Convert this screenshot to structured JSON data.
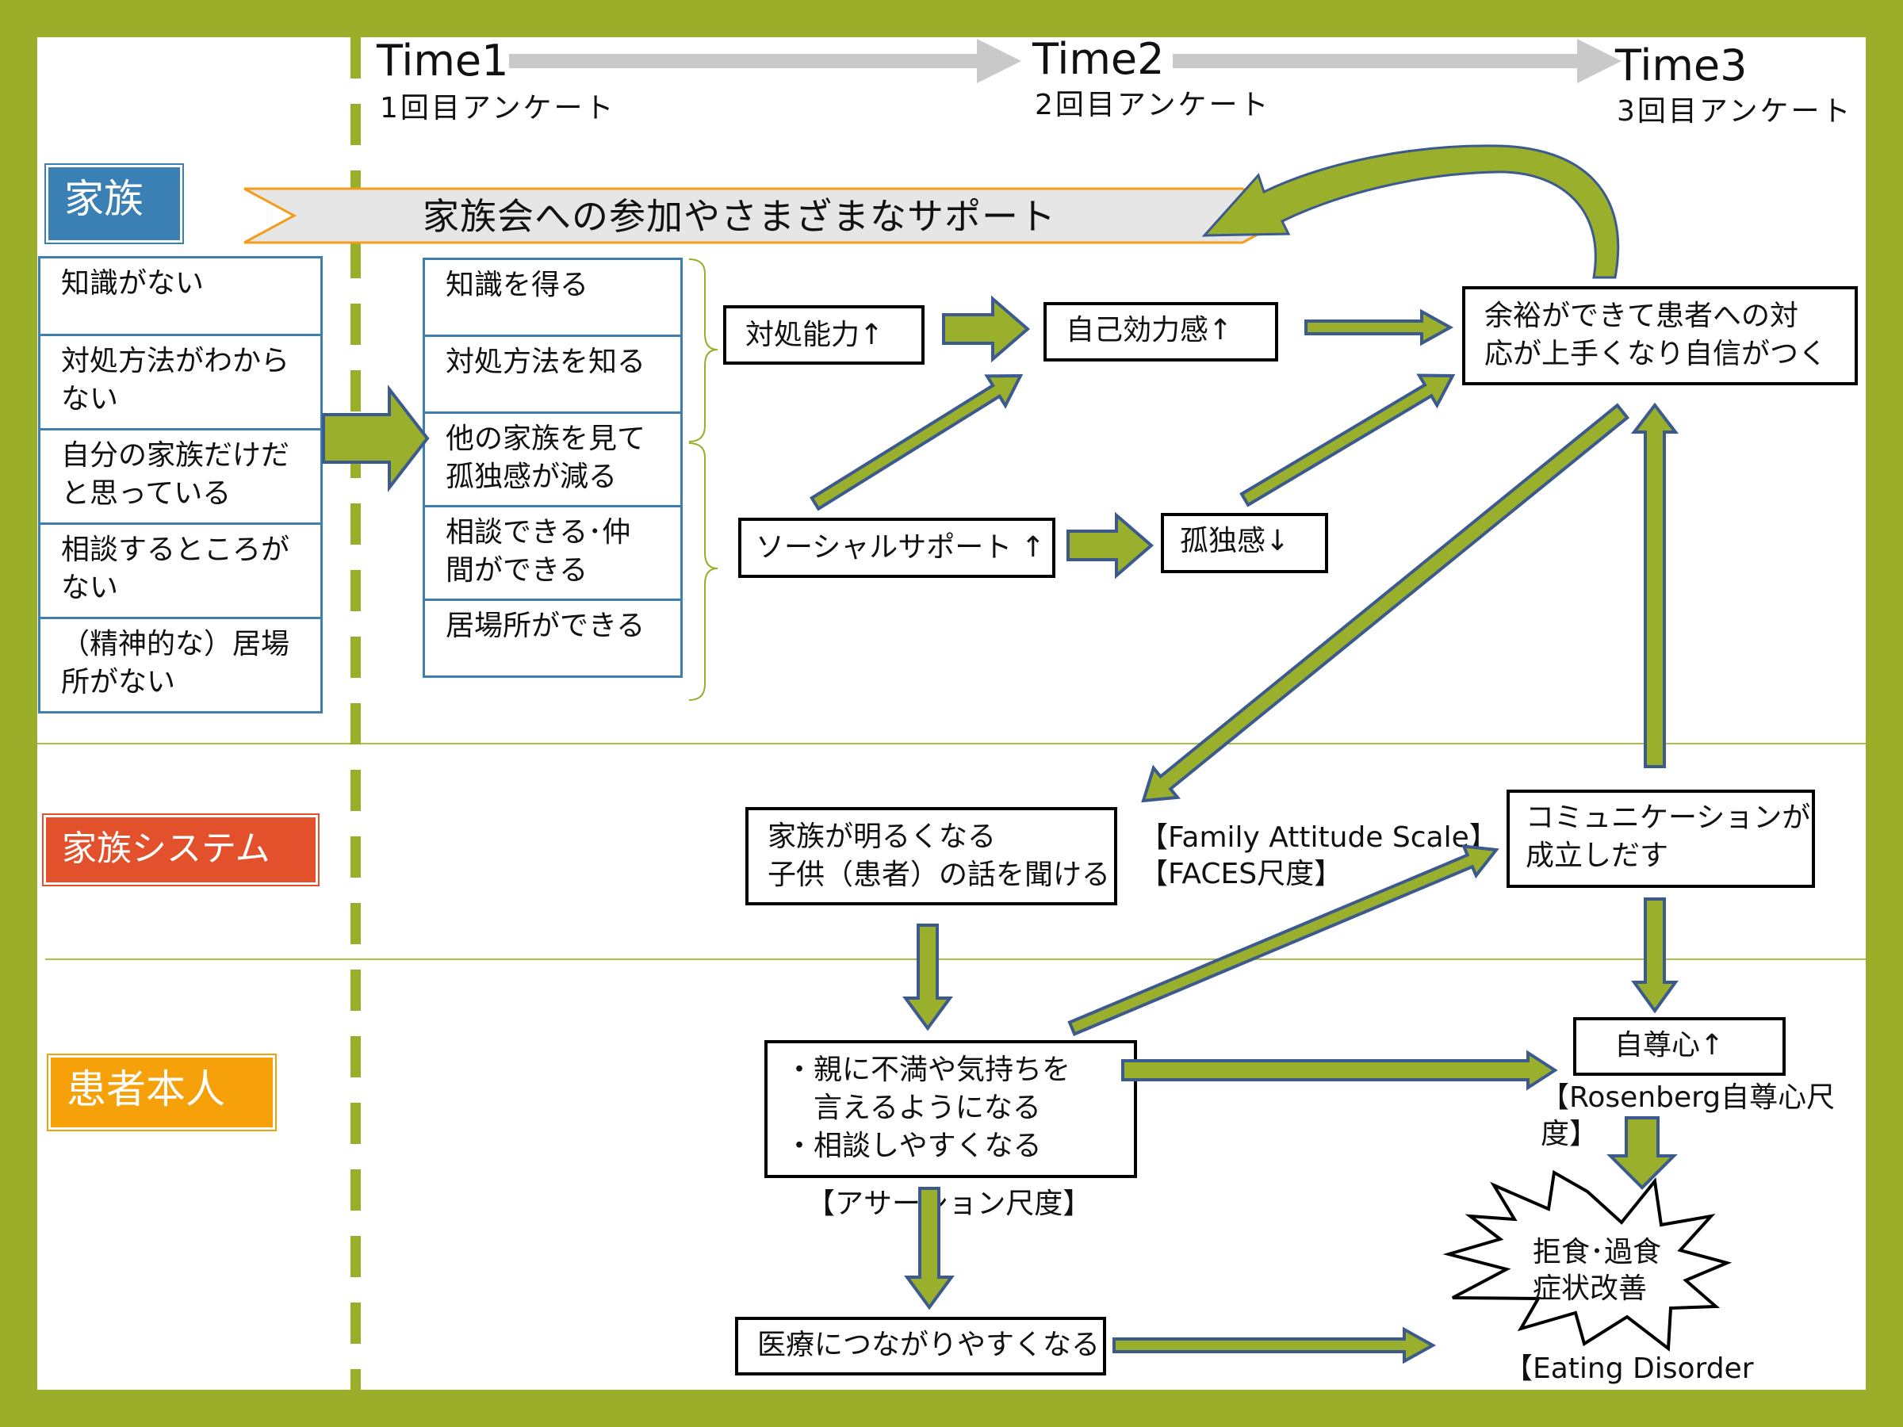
{
  "timeline": {
    "time1": {
      "label": "Time1",
      "survey": "1回目アンケート"
    },
    "time2": {
      "label": "Time2",
      "survey": "2回目アンケート"
    },
    "time3": {
      "label": "Time3",
      "survey": "3回目アンケート"
    }
  },
  "sections": {
    "family": "家族",
    "family_system": "家族システム",
    "patient": "患者本人"
  },
  "colors": {
    "border": "#9aae2a",
    "arrow_fill": "#9aaf2b",
    "arrow_stroke": "#3c5a8e",
    "family_tag": "#3a80b5",
    "family_system_tag": "#e2512b",
    "patient_tag": "#f7a10a",
    "banner_fill": "#e6e6e6",
    "banner_stroke": "#f39c1e"
  },
  "banner": "家族会への参加やさまざまなサポート",
  "problems": [
    "知識がない",
    "対処方法がわから\nない",
    "自分の家族だけだ\nと思っている",
    "相談するところが\nない",
    "（精神的な）居場\n所がない"
  ],
  "outcomes": [
    "知識を得る",
    "対処方法を知る",
    "他の家族を見て\n孤独感が減る",
    "相談できる･仲\n間ができる",
    "居場所ができる"
  ],
  "nodes": {
    "coping": "対処能力↑",
    "self_efficacy": "自己効力感↑",
    "confidence": "余裕ができて患者への対\n応が上手くなり自信がつく",
    "social_support": "ソーシャルサポート ↑",
    "loneliness": "孤独感↓",
    "family_bright": "家族が明るくなる\n子供（患者）の話を聞ける",
    "communication": "コミュニケーションが\n成立しだす",
    "self_esteem": "自尊心↑",
    "assertion": "・親に不満や気持ちを\n　言えるようになる\n・相談しやすくなる",
    "medical": "医療につながりやすくなる",
    "symptom": "拒食･過食\n症状改善"
  },
  "scales": {
    "family_attitude": "【Family Attitude Scale】\n【FACES尺度】",
    "assertion": "【アサーション尺度】",
    "rosenberg": "【Rosenberg自尊心尺度】",
    "edi": "【Eating Disorder Inventory】"
  }
}
